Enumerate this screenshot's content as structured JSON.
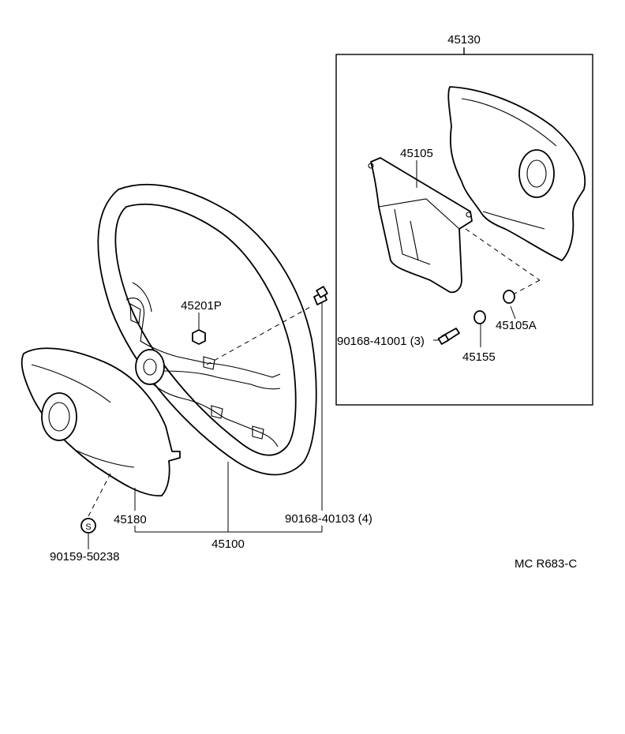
{
  "part_labels": {
    "p45130": "45130",
    "p45105": "45105",
    "p45201p": "45201P",
    "p90168_41001": "90168-41001 (3)",
    "p45105a": "45105A",
    "p45155": "45155",
    "p45180": "45180",
    "p90168_40103": "90168-40103 (4)",
    "p45100": "45100",
    "p90159_50238": "90159-50238"
  },
  "clip_symbol": "S",
  "drawing_code": "MC R683-C"
}
